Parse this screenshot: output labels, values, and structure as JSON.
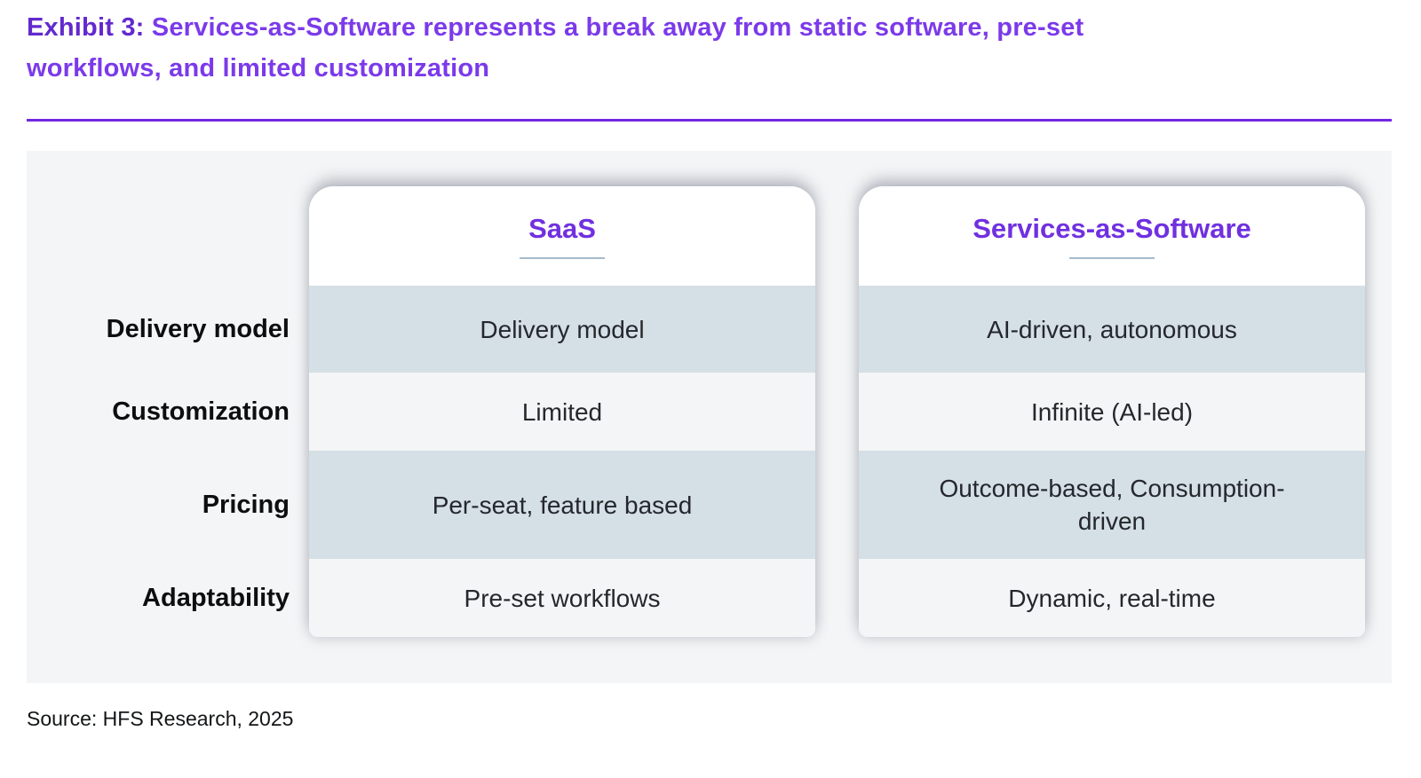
{
  "title": {
    "prefix": "Exhibit 3:",
    "line1": "Services-as-Software represents a break away from static software, pre-set",
    "line2": "workflows, and limited customization",
    "full": "Exhibit 3: Services-as-Software represents a break away from static software, pre-set workflows, and limited customization"
  },
  "table": {
    "headers": {
      "saas": "SaaS",
      "services": "Services-as-Software"
    },
    "rows": [
      {
        "label": "Delivery model",
        "saas": "Delivery model",
        "services": "AI-driven, autonomous"
      },
      {
        "label": "Customization",
        "saas": "Limited",
        "services": "Infinite (AI-led)"
      },
      {
        "label": "Pricing",
        "saas": "Per-seat, feature based",
        "services": "Outcome-based, Consumption-driven"
      },
      {
        "label": "Adaptability",
        "saas": "Pre-set workflows",
        "services": "Dynamic, real-time"
      }
    ]
  },
  "source": "Source: HFS Research, 2025",
  "colors": {
    "title_prefix": "#6329CE",
    "title_main": "#7B3AEA",
    "divider": "#7227E3",
    "card_header_text": "#7030E0",
    "header_underline": "#A6BACB",
    "row_alternate": "#D5DFE6",
    "row_base": "#F4F5F6",
    "panel_background": "#F4F5F6",
    "label_text": "#0C0E10",
    "cell_text": "#24282C"
  },
  "chart_data": {
    "type": "table",
    "title": "Exhibit 3: Services-as-Software represents a break away from static software, pre-set workflows, and limited customization",
    "columns": [
      "",
      "SaaS",
      "Services-as-Software"
    ],
    "rows": [
      [
        "Delivery model",
        "Delivery model",
        "AI-driven, autonomous"
      ],
      [
        "Customization",
        "Limited",
        "Infinite (AI-led)"
      ],
      [
        "Pricing",
        "Per-seat, feature based",
        "Outcome-based, Consumption-driven"
      ],
      [
        "Adaptability",
        "Pre-set workflows",
        "Dynamic, real-time"
      ]
    ],
    "source": "Source: HFS Research, 2025",
    "layout": "two rounded white cards on a light gray panel, alternating blue-gray and light-gray rows, row labels outside cards on the left"
  }
}
